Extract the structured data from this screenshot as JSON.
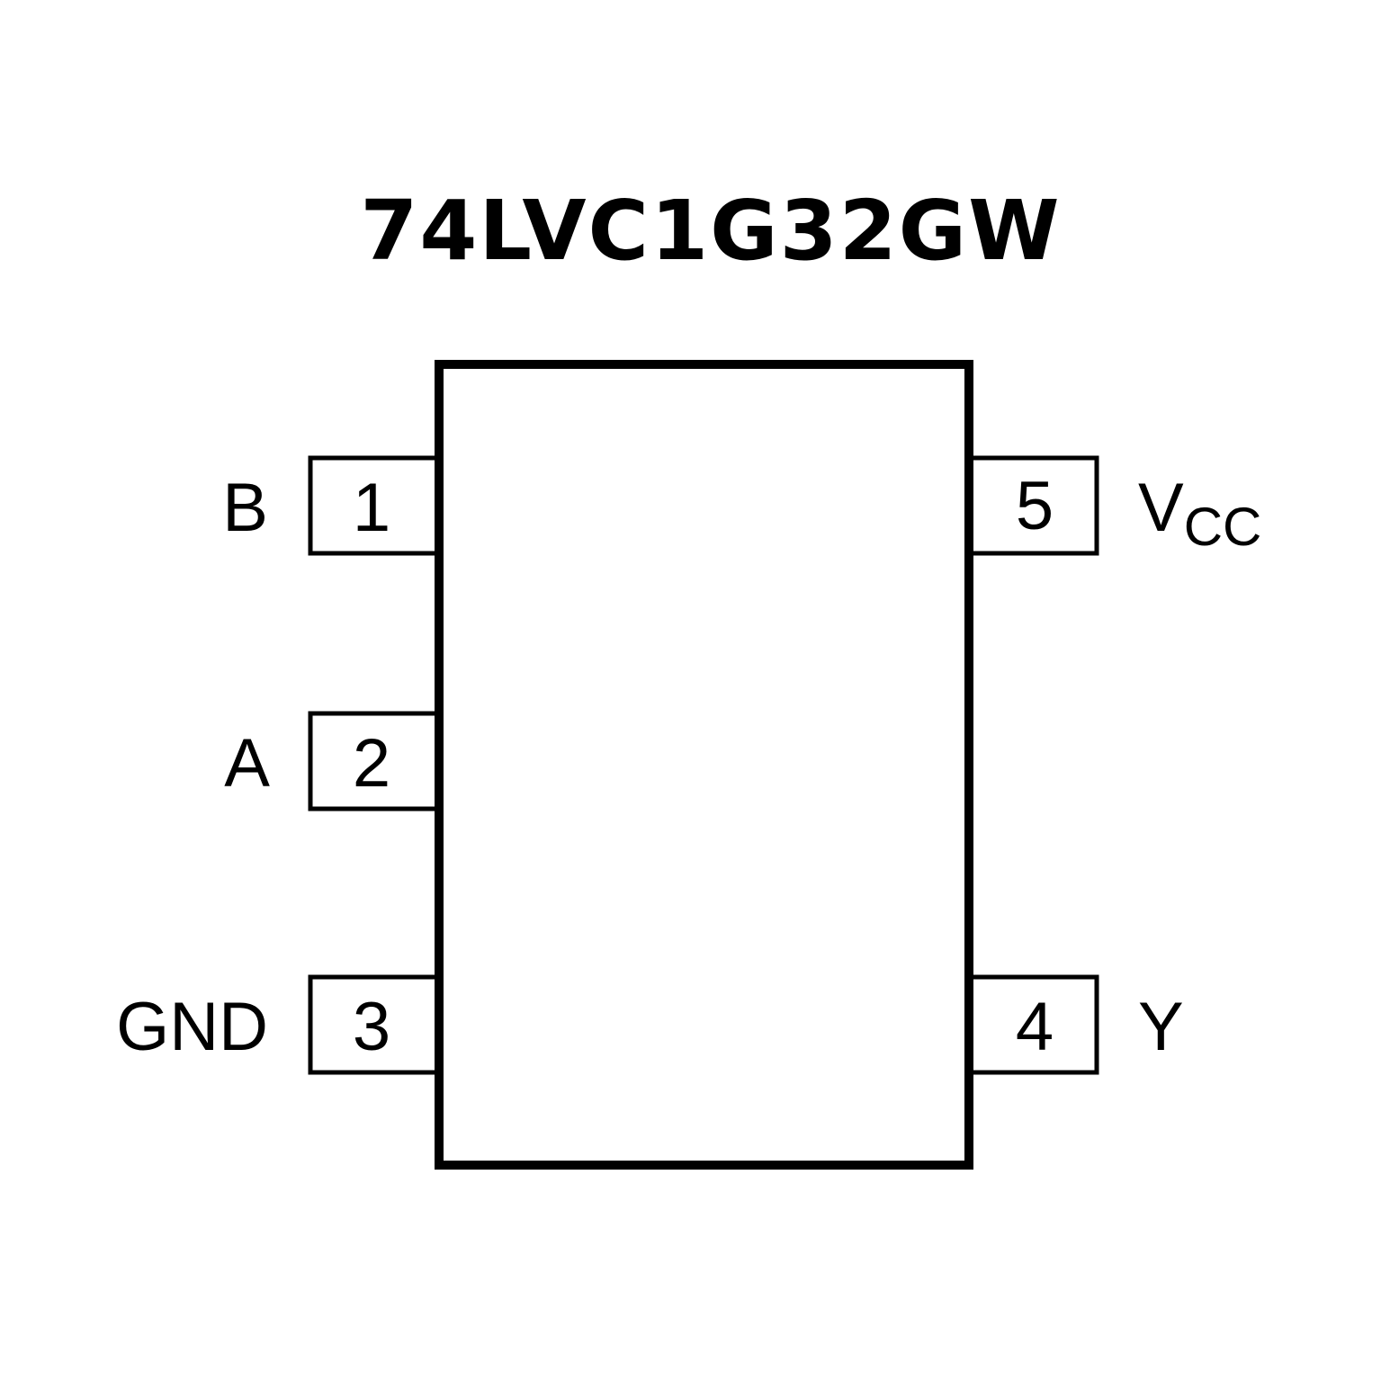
{
  "title": "74LVC1G32GW",
  "colors": {
    "stroke": "#000000",
    "background": "#ffffff"
  },
  "pins": [
    {
      "number": "1",
      "name": "B",
      "side": "left"
    },
    {
      "number": "2",
      "name": "A",
      "side": "left"
    },
    {
      "number": "3",
      "name": "GND",
      "side": "left"
    },
    {
      "number": "4",
      "name": "Y",
      "side": "right"
    },
    {
      "number": "5",
      "name": "V",
      "name_sub": "CC",
      "side": "right"
    }
  ]
}
